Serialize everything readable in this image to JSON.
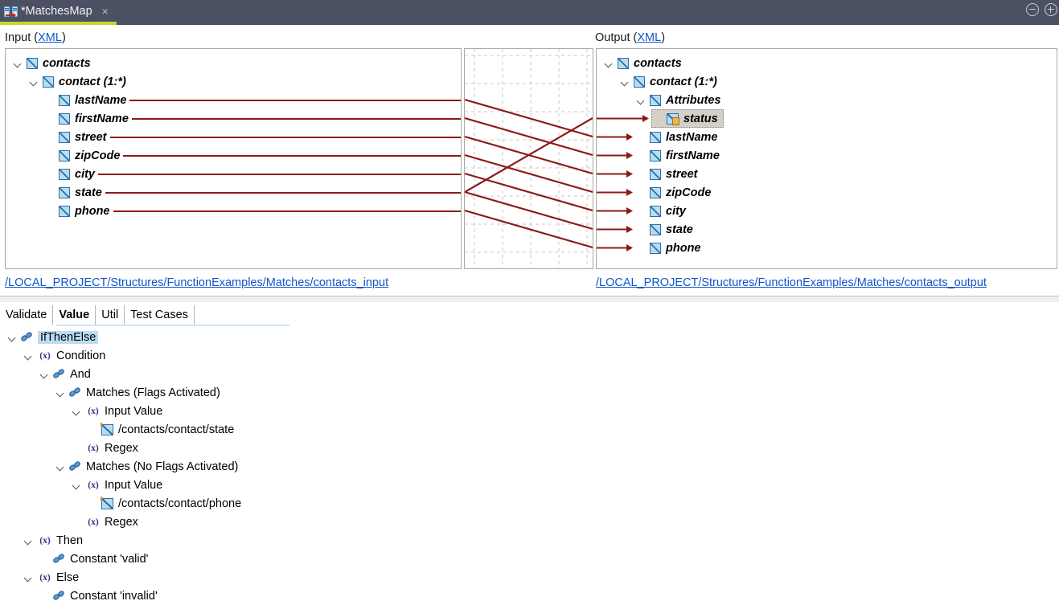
{
  "window": {
    "tab_title": "*MatchesMap",
    "tab_close": "×",
    "tab_icon": "mapping-icon",
    "minimize_icon": "minimize-icon",
    "maximize_icon": "maximize-icon"
  },
  "mapper": {
    "input_label_prefix": "Input (",
    "input_label_link": "XML",
    "input_label_suffix": ")",
    "output_label_prefix": "Output (",
    "output_label_link": "XML",
    "output_label_suffix": ")",
    "input_path": "/LOCAL_PROJECT/Structures/FunctionExamples/Matches/contacts_input",
    "output_path": "/LOCAL_PROJECT/Structures/FunctionExamples/Matches/contacts_output",
    "line_color": "#8b1a1a",
    "grid_color": "#c8c8c8",
    "input_tree": [
      {
        "label": "contacts",
        "indent": 0,
        "twisty": true,
        "icon": "xml-element-icon",
        "connector": false
      },
      {
        "label": "contact (1:*)",
        "indent": 1,
        "twisty": true,
        "icon": "xml-element-icon",
        "connector": false
      },
      {
        "label": "lastName",
        "indent": 2,
        "twisty": false,
        "icon": "xml-element-icon",
        "connector": true
      },
      {
        "label": "firstName",
        "indent": 2,
        "twisty": false,
        "icon": "xml-element-icon",
        "connector": true
      },
      {
        "label": "street",
        "indent": 2,
        "twisty": false,
        "icon": "xml-element-icon",
        "connector": true
      },
      {
        "label": "zipCode",
        "indent": 2,
        "twisty": false,
        "icon": "xml-element-icon",
        "connector": true
      },
      {
        "label": "city",
        "indent": 2,
        "twisty": false,
        "icon": "xml-element-icon",
        "connector": true
      },
      {
        "label": "state",
        "indent": 2,
        "twisty": false,
        "icon": "xml-element-icon",
        "connector": true
      },
      {
        "label": "phone",
        "indent": 2,
        "twisty": false,
        "icon": "xml-element-icon",
        "connector": true
      }
    ],
    "output_tree": [
      {
        "label": "contacts",
        "indent": 0,
        "twisty": true,
        "icon": "xml-element-icon",
        "connector": false,
        "selected": false
      },
      {
        "label": "contact (1:*)",
        "indent": 1,
        "twisty": true,
        "icon": "xml-element-icon",
        "connector": false,
        "selected": false
      },
      {
        "label": "Attributes",
        "indent": 2,
        "twisty": true,
        "icon": "xml-element-icon",
        "connector": false,
        "selected": false
      },
      {
        "label": "status",
        "indent": 3,
        "twisty": false,
        "icon": "xml-attribute-icon",
        "connector": true,
        "selected": true
      },
      {
        "label": "lastName",
        "indent": 2,
        "twisty": false,
        "icon": "xml-element-icon",
        "connector": true,
        "selected": false
      },
      {
        "label": "firstName",
        "indent": 2,
        "twisty": false,
        "icon": "xml-element-icon",
        "connector": true,
        "selected": false
      },
      {
        "label": "street",
        "indent": 2,
        "twisty": false,
        "icon": "xml-element-icon",
        "connector": true,
        "selected": false
      },
      {
        "label": "zipCode",
        "indent": 2,
        "twisty": false,
        "icon": "xml-element-icon",
        "connector": true,
        "selected": false
      },
      {
        "label": "city",
        "indent": 2,
        "twisty": false,
        "icon": "xml-element-icon",
        "connector": true,
        "selected": false
      },
      {
        "label": "state",
        "indent": 2,
        "twisty": false,
        "icon": "xml-element-icon",
        "connector": true,
        "selected": false
      },
      {
        "label": "phone",
        "indent": 2,
        "twisty": false,
        "icon": "xml-element-icon",
        "connector": true,
        "selected": false
      }
    ],
    "connections": [
      {
        "from": "lastName",
        "to": "lastName"
      },
      {
        "from": "firstName",
        "to": "firstName"
      },
      {
        "from": "street",
        "to": "street"
      },
      {
        "from": "zipCode",
        "to": "zipCode"
      },
      {
        "from": "city",
        "to": "city"
      },
      {
        "from": "state",
        "to": "status"
      },
      {
        "from": "state",
        "to": "state"
      },
      {
        "from": "phone",
        "to": "phone"
      }
    ]
  },
  "bottom": {
    "tabs": [
      {
        "label": "Validate",
        "active": false
      },
      {
        "label": "Value",
        "active": true
      },
      {
        "label": "Util",
        "active": false
      },
      {
        "label": "Test Cases",
        "active": false
      }
    ],
    "tree": [
      {
        "label": "IfThenElse",
        "indent": 0,
        "twisty": true,
        "icon": "function-icon",
        "selected": true
      },
      {
        "label": "Condition",
        "indent": 1,
        "twisty": true,
        "icon": "expression-icon",
        "selected": false
      },
      {
        "label": "And",
        "indent": 2,
        "twisty": true,
        "icon": "function-icon",
        "selected": false
      },
      {
        "label": "Matches (Flags Activated)",
        "indent": 3,
        "twisty": true,
        "icon": "function-icon",
        "selected": false
      },
      {
        "label": "Input Value",
        "indent": 4,
        "twisty": true,
        "icon": "expression-icon",
        "selected": false
      },
      {
        "label": "/contacts/contact/state",
        "indent": 5,
        "twisty": false,
        "icon": "xpath-icon",
        "selected": false
      },
      {
        "label": "Regex",
        "indent": 4,
        "twisty": false,
        "icon": "expression-icon",
        "selected": false
      },
      {
        "label": "Matches (No Flags Activated)",
        "indent": 3,
        "twisty": true,
        "icon": "function-icon",
        "selected": false
      },
      {
        "label": "Input Value",
        "indent": 4,
        "twisty": true,
        "icon": "expression-icon",
        "selected": false
      },
      {
        "label": "/contacts/contact/phone",
        "indent": 5,
        "twisty": false,
        "icon": "xpath-icon",
        "selected": false
      },
      {
        "label": "Regex",
        "indent": 4,
        "twisty": false,
        "icon": "expression-icon",
        "selected": false
      },
      {
        "label": "Then",
        "indent": 1,
        "twisty": true,
        "icon": "expression-icon",
        "selected": false
      },
      {
        "label": "Constant 'valid'",
        "indent": 2,
        "twisty": false,
        "icon": "function-icon",
        "selected": false
      },
      {
        "label": "Else",
        "indent": 1,
        "twisty": true,
        "icon": "expression-icon",
        "selected": false
      },
      {
        "label": "Constant 'invalid'",
        "indent": 2,
        "twisty": false,
        "icon": "function-icon",
        "selected": false
      }
    ],
    "expression_glyph": "(x)"
  }
}
